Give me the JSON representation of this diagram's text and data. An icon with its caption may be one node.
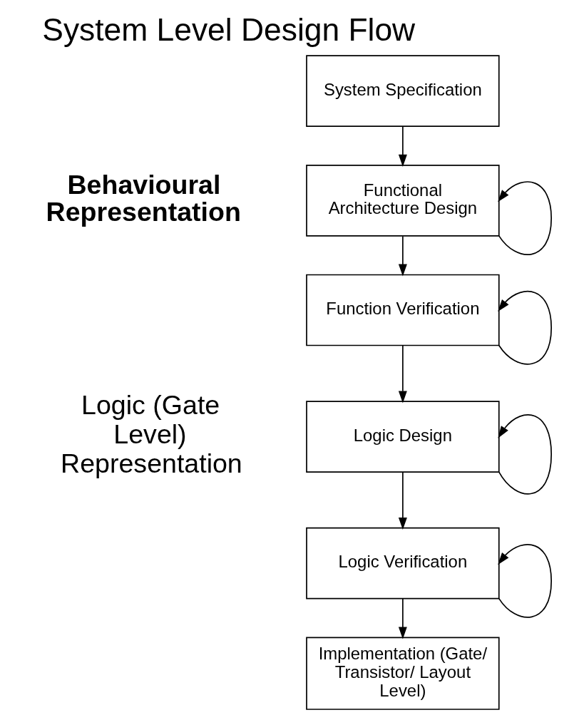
{
  "diagram": {
    "title": "System Level Design Flow",
    "nodes": [
      {
        "text": [
          "System Specification"
        ]
      },
      {
        "text": [
          "Functional Architecture Design"
        ]
      },
      {
        "text": [
          "Function Verification"
        ]
      },
      {
        "text": [
          "Logic Design"
        ]
      },
      {
        "text": [
          "Logic Verification"
        ]
      },
      {
        "text": [
          "Implementation (Gate/ Transistor/ Layout Level)"
        ]
      }
    ],
    "edges": [
      {
        "from": 0,
        "to": 1,
        "arrow": "to"
      },
      {
        "from": 1,
        "to": 2,
        "arrow": "to"
      },
      {
        "from": 1,
        "to": 1,
        "arrow": "to"
      },
      {
        "from": 2,
        "to": 3,
        "arrow": "to"
      },
      {
        "from": 2,
        "to": 2,
        "arrow": "to"
      },
      {
        "from": 3,
        "to": 4,
        "arrow": "to"
      },
      {
        "from": 3,
        "to": 3,
        "arrow": "to"
      },
      {
        "from": 4,
        "to": 5,
        "arrow": "to"
      },
      {
        "from": 4,
        "to": 4,
        "arrow": "to"
      }
    ],
    "labels": [
      "Behavioural Representation",
      "Logic (Gate Level) Representation"
    ]
  }
}
